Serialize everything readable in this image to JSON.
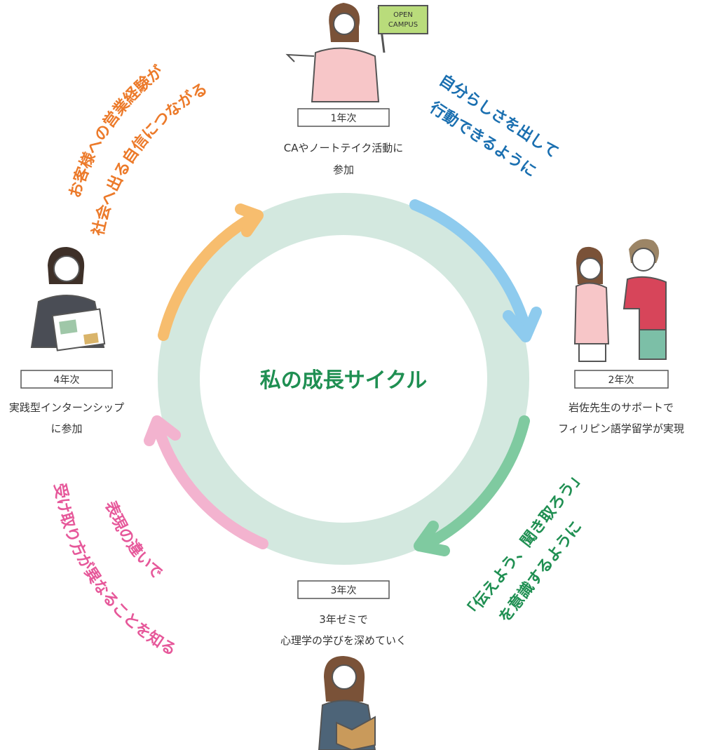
{
  "center_title": "私の成長サイクル",
  "years": [
    {
      "label": "1年次",
      "line1": "CAやノートテイク活動に",
      "line2": "参加"
    },
    {
      "label": "2年次",
      "line1": "岩佐先生のサポートで",
      "line2": "フィリピン語学留学が実現"
    },
    {
      "label": "3年次",
      "line1": "3年ゼミで",
      "line2": "心理学の学びを深めていく"
    },
    {
      "label": "4年次",
      "line1": "実践型インターンシップ",
      "line2": "に参加"
    }
  ],
  "growth": [
    {
      "line1": "自分らしさを出して",
      "line2": "行動できるように",
      "color": "#1a6fb0"
    },
    {
      "line1": "「伝えよう、聞き取ろう」",
      "line2": "を意識するように",
      "color": "#1f8f52"
    },
    {
      "line1": "表現の違いで",
      "line2": "受け取り方が異なることを知る",
      "color": "#e6589a"
    },
    {
      "line1": "お客様への営業経験が",
      "line2": "社会へ出る自信につながる",
      "color": "#ec7a2a"
    }
  ],
  "flag_text": {
    "line1": "OPEN",
    "line2": "CAMPUS"
  },
  "colors": {
    "ring": "#d3e8df",
    "arrow_blue": "#8ecbee",
    "arrow_green": "#7fcaa0",
    "arrow_pink": "#f3b3cf",
    "arrow_orange": "#f7bd6e",
    "title": "#1f8f52",
    "box_border": "#555555",
    "flag": "#b9dc7b"
  },
  "icons": [
    "student-with-flag-icon",
    "teacher-and-student-icon",
    "student-reading-book-icon",
    "businesswoman-with-documents-icon"
  ]
}
